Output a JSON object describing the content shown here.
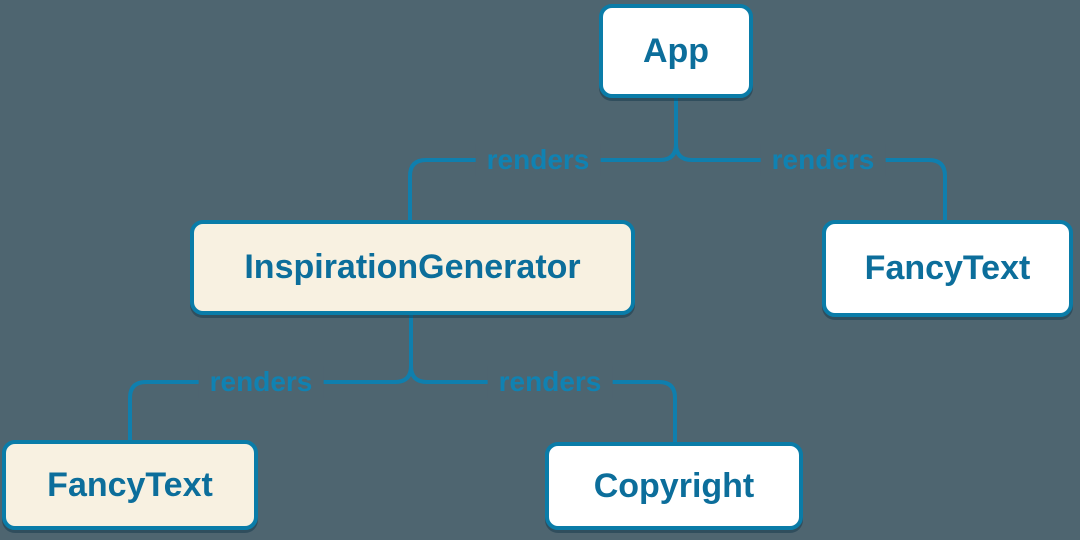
{
  "colors": {
    "background": "#4e6570",
    "line": "#0f7fae",
    "node_border": "#0a7ca8",
    "node_text": "#0c6e9b",
    "edge_label_text": "#1082b2",
    "node_fill_white": "#ffffff",
    "node_fill_cream": "#f8f1e1"
  },
  "diagram": {
    "type": "component-render-tree",
    "nodes": [
      {
        "id": "app",
        "label": "App",
        "fill": "white"
      },
      {
        "id": "inspiration-generator",
        "label": "InspirationGenerator",
        "fill": "cream"
      },
      {
        "id": "fancy-text-top",
        "label": "FancyText",
        "fill": "white"
      },
      {
        "id": "fancy-text-bottom",
        "label": "FancyText",
        "fill": "cream"
      },
      {
        "id": "copyright",
        "label": "Copyright",
        "fill": "white"
      }
    ],
    "edges": [
      {
        "from": "App",
        "to": "InspirationGenerator",
        "label": "renders"
      },
      {
        "from": "App",
        "to": "FancyText",
        "label": "renders"
      },
      {
        "from": "InspirationGenerator",
        "to": "FancyText",
        "label": "renders"
      },
      {
        "from": "InspirationGenerator",
        "to": "Copyright",
        "label": "renders"
      }
    ]
  }
}
